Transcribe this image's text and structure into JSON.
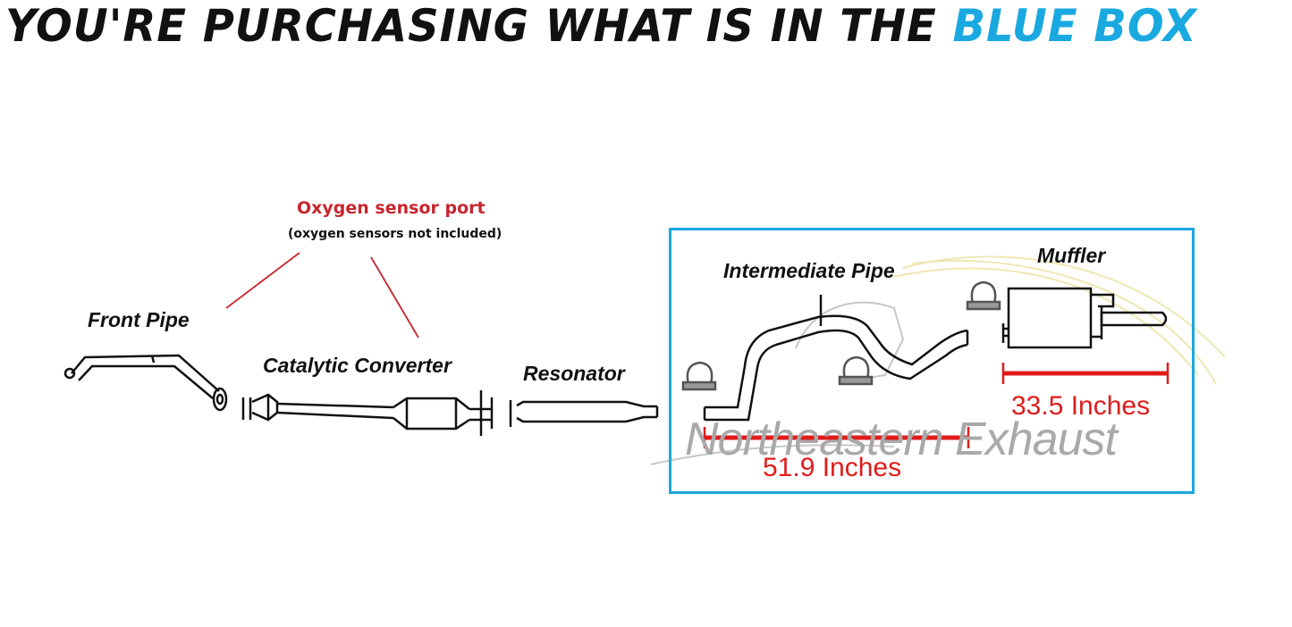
{
  "headline": {
    "lead": "YOU'RE PURCHASING WHAT IS IN THE ",
    "accent": "BLUE BOX",
    "accent_color": "#19a9e0"
  },
  "callout": {
    "title": "Oxygen sensor port",
    "note": "(oxygen sensors not included)",
    "color": "#c6262e"
  },
  "parts": {
    "front_pipe": "Front Pipe",
    "catalytic_converter": "Catalytic Converter",
    "resonator": "Resonator",
    "intermediate_pipe": "Intermediate Pipe",
    "muffler": "Muffler"
  },
  "measurements": {
    "intermediate_length": "51.9 Inches",
    "muffler_length": "33.5 Inches",
    "color": "#e01b1b"
  },
  "watermark": "Northeastern Exhaust",
  "box_color": "#1aa8e0"
}
